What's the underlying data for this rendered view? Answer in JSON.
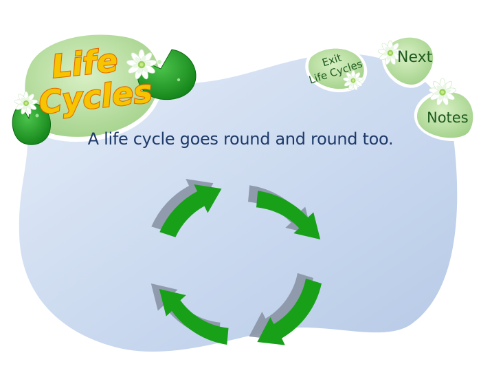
{
  "logo": {
    "line1": "Life",
    "line2": "Cycles"
  },
  "nav": {
    "exit_line1": "Exit",
    "exit_line2": "Life Cycles",
    "next": "Next",
    "notes": "Notes"
  },
  "content": {
    "caption": "A life cycle goes round and round too."
  },
  "icons": {
    "cycle": "circular-arrows-icon",
    "flower": "water-lily-flower-icon",
    "pad": "lily-pad-icon"
  },
  "colors": {
    "background_blob": "#c9d8ee",
    "pad_light": "#b4dc9a",
    "pad_dark": "#1f9a1f",
    "title_fill": "#f6c400",
    "title_outline": "#e06a00",
    "arrow_green": "#19a019",
    "arrow_shadow": "#8a94a6",
    "caption_text": "#1e3a6a"
  }
}
